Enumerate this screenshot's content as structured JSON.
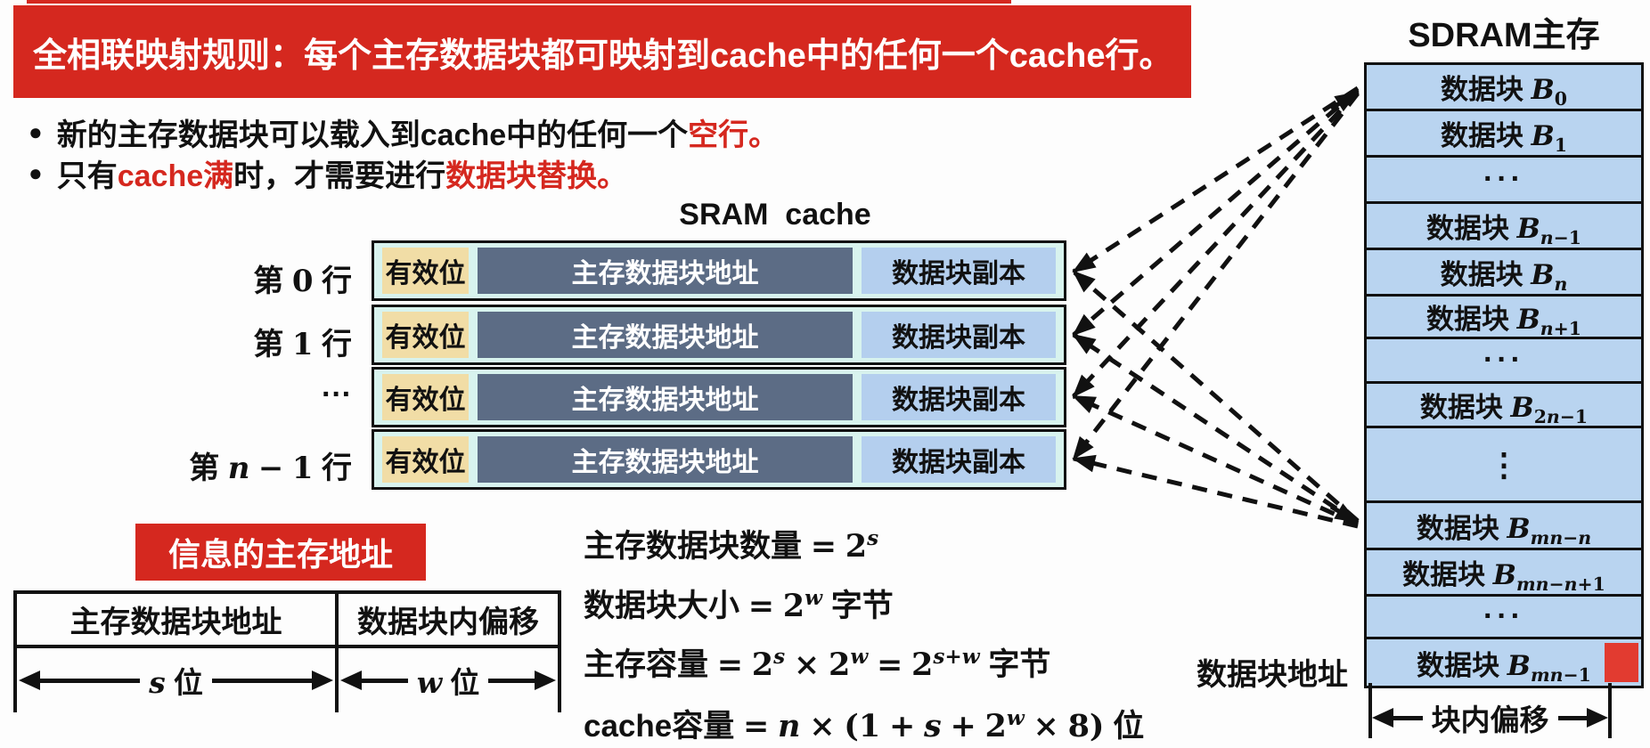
{
  "banner": {
    "text": "全相联映射规则：每个主存数据块都可映射到cache中的任何一个cache行。"
  },
  "bullets": [
    {
      "parts": [
        {
          "t": "新的主存数据块可以载入到cache中的任何一个",
          "red": false
        },
        {
          "t": "空行。",
          "red": true
        }
      ]
    },
    {
      "parts": [
        {
          "t": "只有",
          "red": false
        },
        {
          "t": "cache满",
          "red": true
        },
        {
          "t": "时，才需要进行",
          "red": false
        },
        {
          "t": "数据块替换。",
          "red": true
        }
      ]
    }
  ],
  "sram": {
    "title": "SRAM  cache",
    "row_labels": [
      "第 0 行",
      "第 1 行",
      "···",
      "第 *n* − 1 行"
    ],
    "cells": {
      "valid": "有效位",
      "addr": "主存数据块地址",
      "copy": "数据块副本"
    }
  },
  "address_box": {
    "title": "信息的主存地址"
  },
  "address_table": {
    "col1": "主存数据块地址",
    "col2": "数据块内偏移",
    "width1": "*s* 位",
    "width2": "*w* 位"
  },
  "formulas": [
    "主存数据块数量 = 2^{s}",
    "数据块大小 = 2^{w} 字节",
    "主存容量 = 2^{s} × 2^{w} = 2^{s+w} 字节",
    "cache容量 = *n* × (1 + *s* + 2^{w} × 8) 位"
  ],
  "sdram": {
    "title": "SDRAM主存",
    "rows": [
      {
        "type": "block",
        "label": "数据块 *B*_{0}"
      },
      {
        "type": "block",
        "label": "数据块 *B*_{1}"
      },
      {
        "type": "hdots",
        "label": "···"
      },
      {
        "type": "block",
        "label": "数据块 *B*_{n−1}"
      },
      {
        "type": "block",
        "label": "数据块 *B*_{n}"
      },
      {
        "type": "block",
        "label": "数据块 *B*_{n+1}"
      },
      {
        "type": "hdots",
        "label": "···"
      },
      {
        "type": "block",
        "label": "数据块 *B*_{2n−1}"
      },
      {
        "type": "vdots",
        "label": "⋮"
      },
      {
        "type": "block",
        "label": "数据块 *B*_{mn−n}"
      },
      {
        "type": "block",
        "label": "数据块 *B*_{mn−n+1}"
      },
      {
        "type": "hdots",
        "label": "···"
      },
      {
        "type": "block",
        "label": "数据块 *B*_{mn−1}",
        "marker": true
      }
    ],
    "block_addr_label": "数据块地址",
    "offset_label": "块内偏移"
  },
  "colors": {
    "banner_red": "#d5281f",
    "accent_red": "#d5281f",
    "wheat": "#f1dda6",
    "slate": "#5c6c85",
    "copy_blue": "#b4cfee",
    "table_cyan": "#d8f3ee",
    "sdram_blue": "#b9d4f0",
    "marker_red": "#e23b30"
  }
}
